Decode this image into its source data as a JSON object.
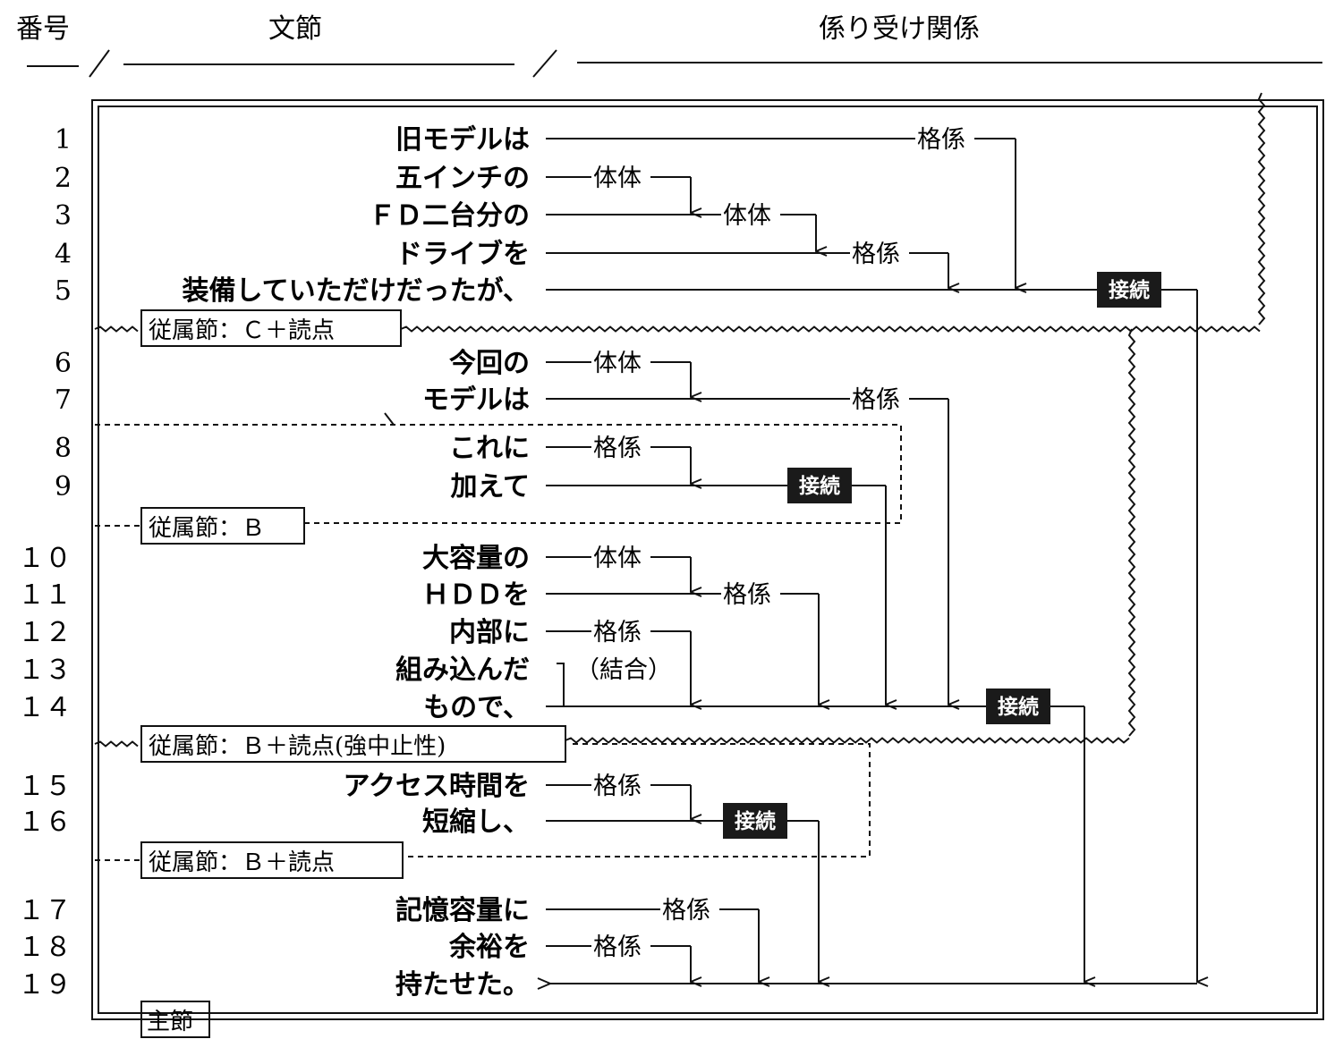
{
  "header": {
    "col_number": "番号",
    "col_bunsetsu": "文節",
    "col_relation": "係り受け関係"
  },
  "rows": [
    {
      "num": "1",
      "text": "旧モデルは"
    },
    {
      "num": "2",
      "text": "五インチの"
    },
    {
      "num": "3",
      "text": "ＦＤ二台分の"
    },
    {
      "num": "4",
      "text": "ドライブを"
    },
    {
      "num": "5",
      "text": "装備していただけだったが、"
    },
    {
      "num": "6",
      "text": "今回の"
    },
    {
      "num": "7",
      "text": "モデルは"
    },
    {
      "num": "8",
      "text": "これに"
    },
    {
      "num": "9",
      "text": "加えて"
    },
    {
      "num": "１０",
      "text": "大容量の"
    },
    {
      "num": "１１",
      "text": "ＨＤＤを"
    },
    {
      "num": "１２",
      "text": "内部に"
    },
    {
      "num": "１３",
      "text": "組み込んだ"
    },
    {
      "num": "１４",
      "text": "もので、"
    },
    {
      "num": "１５",
      "text": "アクセス時間を"
    },
    {
      "num": "１６",
      "text": "短縮し、"
    },
    {
      "num": "１７",
      "text": "記憶容量に"
    },
    {
      "num": "１８",
      "text": "余裕を"
    },
    {
      "num": "１９",
      "text": "持たせた。"
    }
  ],
  "relations": {
    "kakukei": "格係",
    "taitai": "体体",
    "setsuzoku": "接続",
    "ketsugo": "（結合）"
  },
  "clauses": {
    "c1": "従属節：Ｃ＋読点",
    "c2": "従属節：Ｂ",
    "c3": "従属節：Ｂ＋読点(強中止性)",
    "c4": "従属節：Ｂ＋読点",
    "main": "主節"
  }
}
